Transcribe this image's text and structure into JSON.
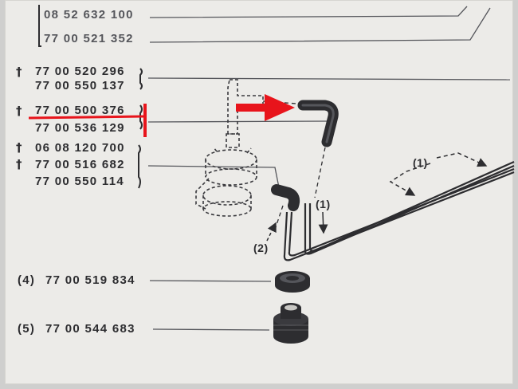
{
  "part_numbers": [
    {
      "id": "pn-08-52-632-100",
      "text": "08 52 632 100",
      "dagger": false
    },
    {
      "id": "pn-77-00-521-352",
      "text": "77 00 521 352",
      "dagger": false
    },
    {
      "id": "pn-77-00-520-296",
      "text": "77 00 520 296",
      "dagger": true
    },
    {
      "id": "pn-77-00-550-137",
      "text": "77 00 550 137",
      "dagger": false
    },
    {
      "id": "pn-77-00-500-376",
      "text": "77 00 500 376",
      "dagger": true
    },
    {
      "id": "pn-77-00-536-129",
      "text": "77 00 536 129",
      "dagger": false
    },
    {
      "id": "pn-06-08-120-700",
      "text": "06 08 120 700",
      "dagger": true
    },
    {
      "id": "pn-77-00-516-682",
      "text": "77 00 516 682",
      "dagger": true
    },
    {
      "id": "pn-77-00-550-114",
      "text": "77 00 550 114",
      "dagger": false
    }
  ],
  "dagger_symbol": "†",
  "bottom_parts": [
    {
      "ref": "(4)",
      "number": "77 00 519 834"
    },
    {
      "ref": "(5)",
      "number": "77 00 544 683"
    }
  ],
  "callouts": {
    "pipe_right": "(1)",
    "pipe_center": "(1)",
    "hose_small": "(2)"
  },
  "colors": {
    "ink": "#2d2d30",
    "highlight": "#e8141b",
    "paper": "#ecebe8"
  }
}
